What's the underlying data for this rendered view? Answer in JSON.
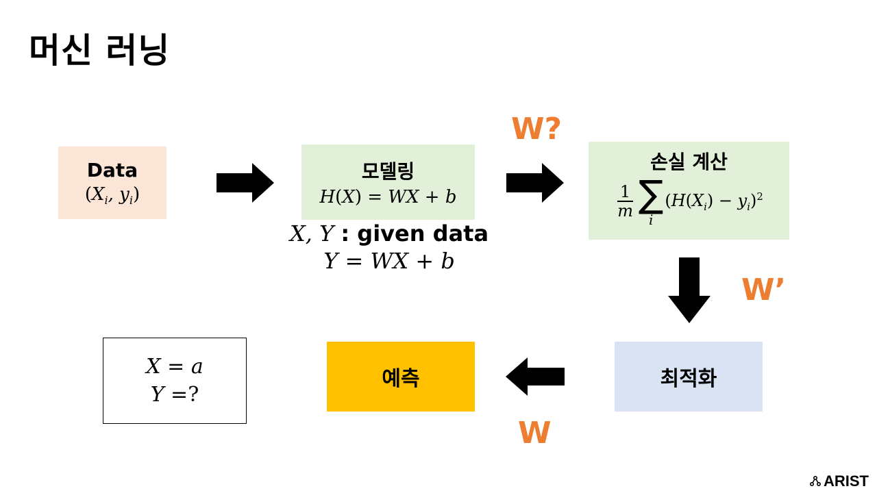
{
  "title": "머신 러닝",
  "data_box": {
    "label": "Data",
    "formula": "(X_i, y_i)"
  },
  "model_box": {
    "label": "모델링",
    "formula": "H(X) = WX + b"
  },
  "model_note": {
    "line1_vars": "X, Y",
    "line1_text": ": given data",
    "line2": "Y = WX + b"
  },
  "loss_box": {
    "label": "손실 계산",
    "frac_num": "1",
    "frac_den": "m",
    "sum_index": "i",
    "expr": "(H(X_i) − y_i)^2"
  },
  "optimize_box": {
    "label": "최적화"
  },
  "predict_box": {
    "label": "예측"
  },
  "query_box": {
    "line1": "X = a",
    "line2": "Y =?"
  },
  "arrow_labels": {
    "w_question": "W?",
    "w_prime": "W’",
    "w": "W"
  },
  "brand": "ARIST",
  "colors": {
    "data_bg": "#FBE5D6",
    "green_bg": "#E2F0D9",
    "blue_bg": "#DAE3F3",
    "predict_bg": "#FFC000",
    "orange": "#ED7D31"
  }
}
